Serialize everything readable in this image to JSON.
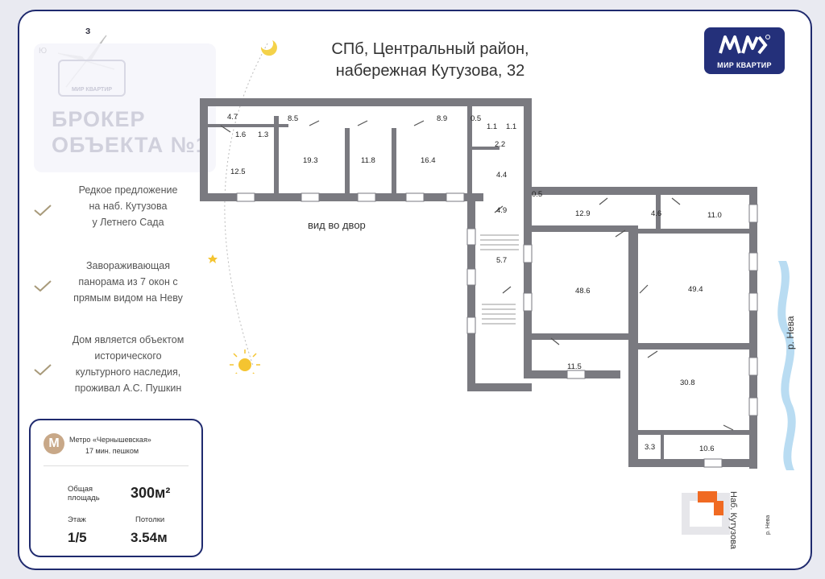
{
  "address": {
    "line1": "СПб, Центральный район,",
    "line2": "набережная Кутузова, 32"
  },
  "logo": {
    "brand": "МИР КВАРТИР"
  },
  "watermark": {
    "brand": "МИР КВАРТИР",
    "line1": "БРОКЕР",
    "line2": "ОБЪЕКТА №1"
  },
  "compass": {
    "north": "З",
    "west": "Ю"
  },
  "features": [
    {
      "lines": [
        "Редкое предложение",
        "на наб. Кутузова",
        "у Летнего Сада"
      ]
    },
    {
      "lines": [
        "Завораживающая",
        "панорама из 7 окон с",
        "прямым видом на Неву"
      ]
    },
    {
      "lines": [
        "Дом является объектом",
        "исторического",
        "культурного наследия,",
        "проживал А.С. Пушкин"
      ]
    }
  ],
  "info": {
    "metro_icon": "metro-m-icon",
    "metro": "Метро «Чернышевская»",
    "walk": "17 мин. пешком",
    "area_label_1": "Общая",
    "area_label_2": "площадь",
    "area_value": "300м²",
    "floor_label": "Этаж",
    "floor_value": "1/5",
    "ceiling_label": "Потолки",
    "ceiling_value": "3.54м"
  },
  "plan": {
    "courtyard_label": "вид во двор",
    "river_label": "р. Нева",
    "embankment_label": "Наб. Кутузова",
    "mini_river_label": "р. Нева",
    "rooms": [
      "4.7",
      "1.6",
      "1.3",
      "12.5",
      "8.5",
      "19.3",
      "11.8",
      "8.9",
      "16.4",
      "0.5",
      "1.1",
      "1.1",
      "2.2",
      "4.4",
      "0.5",
      "4.9",
      "12.9",
      "4.6",
      "11.0",
      "5.7",
      "48.6",
      "49.4",
      "11.5",
      "30.8",
      "3.3",
      "10.6"
    ]
  },
  "colors": {
    "brand": "#24307a",
    "wall": "#7a7a80",
    "highlight": "#f06a22",
    "river": "#b9dcf2"
  }
}
